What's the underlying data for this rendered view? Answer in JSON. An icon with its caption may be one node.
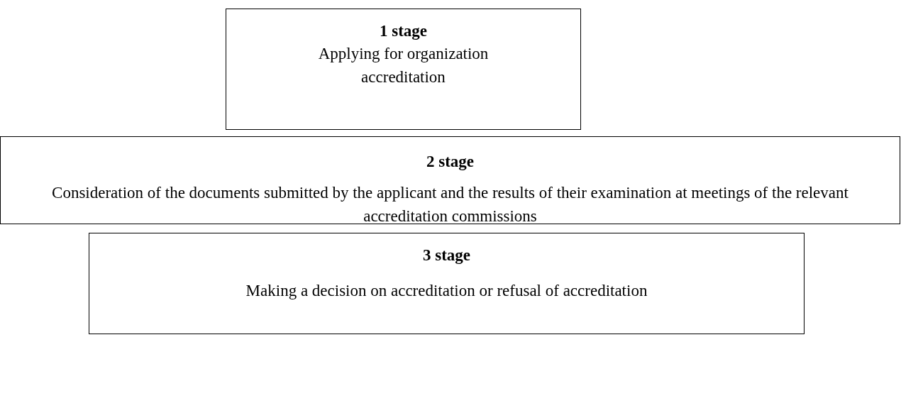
{
  "diagram": {
    "nodes": [
      {
        "text": [
          "1 stage",
          "Applying for organization accreditation"
        ]
      },
      {
        "text": [
          "2 stage",
          "Consideration of the documents submitted by the applicant and the results of their examination at meetings of the relevant accreditation commissions"
        ]
      },
      {
        "text": [
          "3 stage",
          "Making a decision on accreditation or refusal of accreditation"
        ]
      }
    ]
  }
}
